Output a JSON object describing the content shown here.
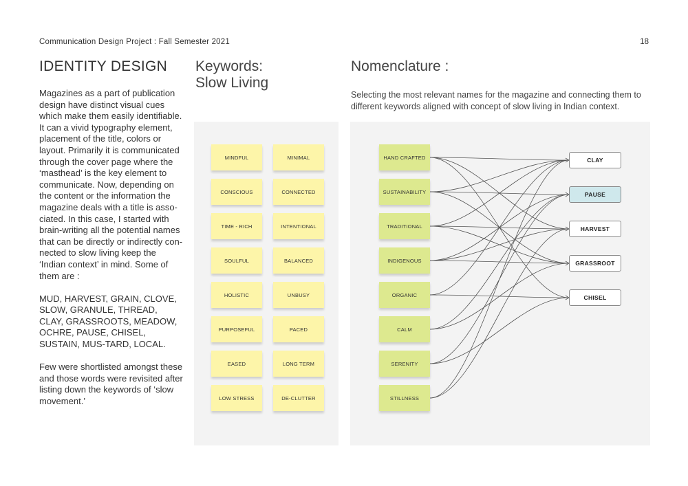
{
  "header": {
    "project": "Communication Design Project : Fall Semester 2021",
    "page_number": "18"
  },
  "identity": {
    "title": "IDENTITY DESIGN",
    "paragraph1": "Magazines as a part of publication design have distinct visual cues which make them easily identifiable. It can a vivid typography element, placement of the title, colors or layout. Primarily it is communicated through the cover page where the ‘masthead’ is the key element to communicate. Now, depending on the content or the information the magazine deals with a title is asso-ciated. In this case, I started with brain-writing all the potential names that can be directly or indirectly con-nected to slow living keep the ‘Indian context’ in mind. Some of them are :",
    "paragraph2": "MUD, HARVEST, GRAIN, CLOVE, SLOW, GRANULE, THREAD, CLAY, GRASSROOTS, MEADOW, OCHRE, PAUSE, CHISEL, SUSTAIN, MUS-TARD, LOCAL.",
    "paragraph3": "Few were shortlisted amongst these and those words were revisited after listing down the keywords of ‘slow movement.’"
  },
  "keywords": {
    "title_line1": "Keywords:",
    "title_line2": "Slow Living",
    "note_color": "#fdf5a9",
    "left_column": [
      "MINDFUL",
      "CONSCIOUS",
      "TIME - RICH",
      "SOULFUL",
      "HOLISTIC",
      "PURPOSEFUL",
      "EASED",
      "LOW STRESS"
    ],
    "right_column": [
      "MINIMAL",
      "CONNECTED",
      "INTENTIONAL",
      "BALANCED",
      "UNBUSY",
      "PACED",
      "LONG TERM",
      "DE-CLUTTER"
    ]
  },
  "nomenclature": {
    "title": "Nomenclature :",
    "description": "Selecting the most relevant names for the magazine and connecting them to different keywords aligned with concept of slow living in Indian context.",
    "keyword_color": "#dde98f",
    "highlight_color": "#cfe8ec",
    "keywords": [
      "HAND CRAFTED",
      "SUSTAINABILITY",
      "TRADITIONAL",
      "INDIGENOUS",
      "ORGANIC",
      "CALM",
      "SERENITY",
      "STILLNESS"
    ],
    "names": [
      "CLAY",
      "PAUSE",
      "HARVEST",
      "GRASSROOT",
      "CHISEL"
    ],
    "highlighted_name": "PAUSE",
    "connections": [
      [
        0,
        0
      ],
      [
        0,
        2
      ],
      [
        0,
        4
      ],
      [
        1,
        0
      ],
      [
        1,
        1
      ],
      [
        1,
        3
      ],
      [
        2,
        0
      ],
      [
        2,
        2
      ],
      [
        2,
        3
      ],
      [
        3,
        1
      ],
      [
        3,
        2
      ],
      [
        3,
        3
      ],
      [
        4,
        0
      ],
      [
        4,
        4
      ],
      [
        5,
        1
      ],
      [
        5,
        3
      ],
      [
        6,
        1
      ],
      [
        6,
        4
      ],
      [
        7,
        0
      ],
      [
        7,
        2
      ]
    ]
  }
}
